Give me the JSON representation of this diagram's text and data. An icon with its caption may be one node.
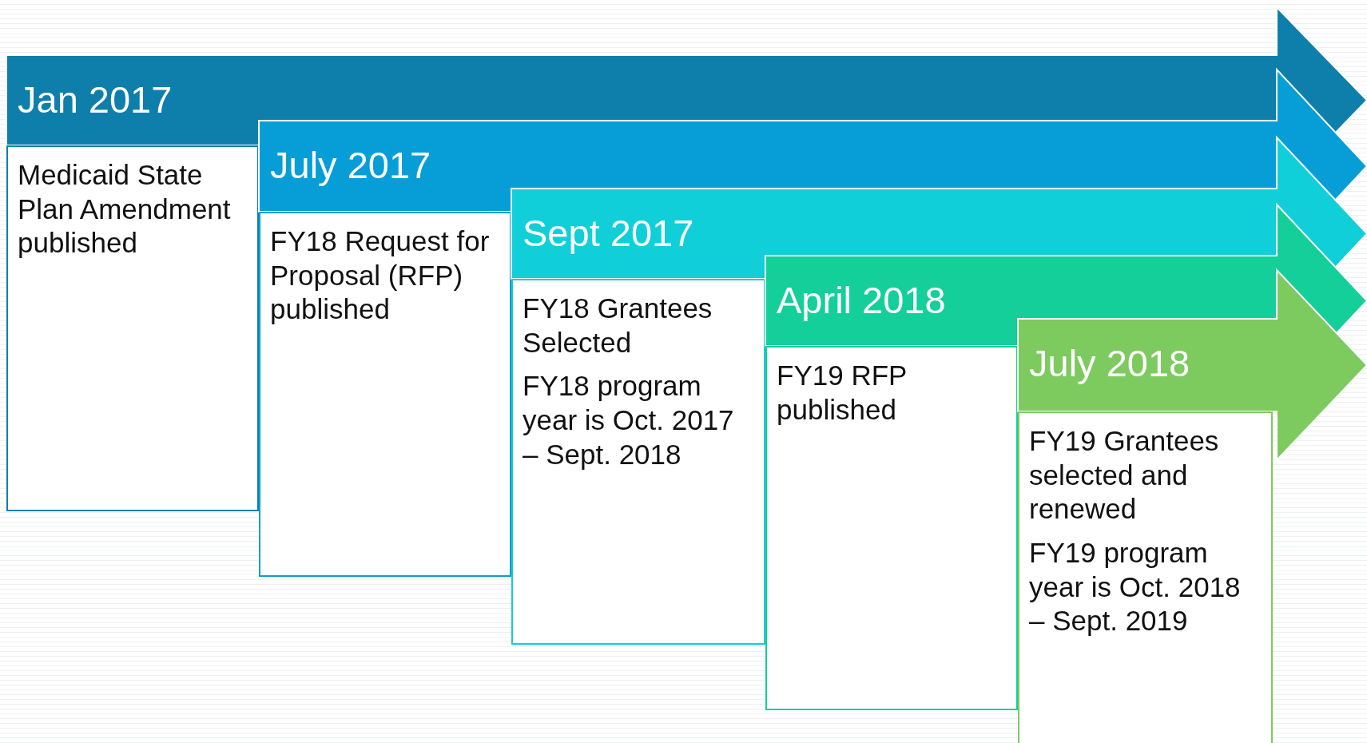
{
  "diagram": {
    "nodes": [
      {
        "text": [
          "Jan 2017"
        ]
      },
      {
        "text": [
          "Medicaid State Plan Amendment published"
        ]
      },
      {
        "text": [
          "July 2017"
        ]
      },
      {
        "text": [
          "FY18 Request for Proposal (RFP) published"
        ]
      },
      {
        "text": [
          "Sept 2017"
        ]
      },
      {
        "text": [
          "FY18 Grantees Selected",
          "FY18 program year is Oct. 2017 – Sept. 2018"
        ]
      },
      {
        "text": [
          "April 2018"
        ]
      },
      {
        "text": [
          "FY19 RFP published"
        ]
      },
      {
        "text": [
          "July 2018"
        ]
      },
      {
        "text": [
          "FY19 Grantees selected and renewed",
          "FY19 program year is Oct. 2018 – Sept. 2019"
        ]
      }
    ]
  }
}
